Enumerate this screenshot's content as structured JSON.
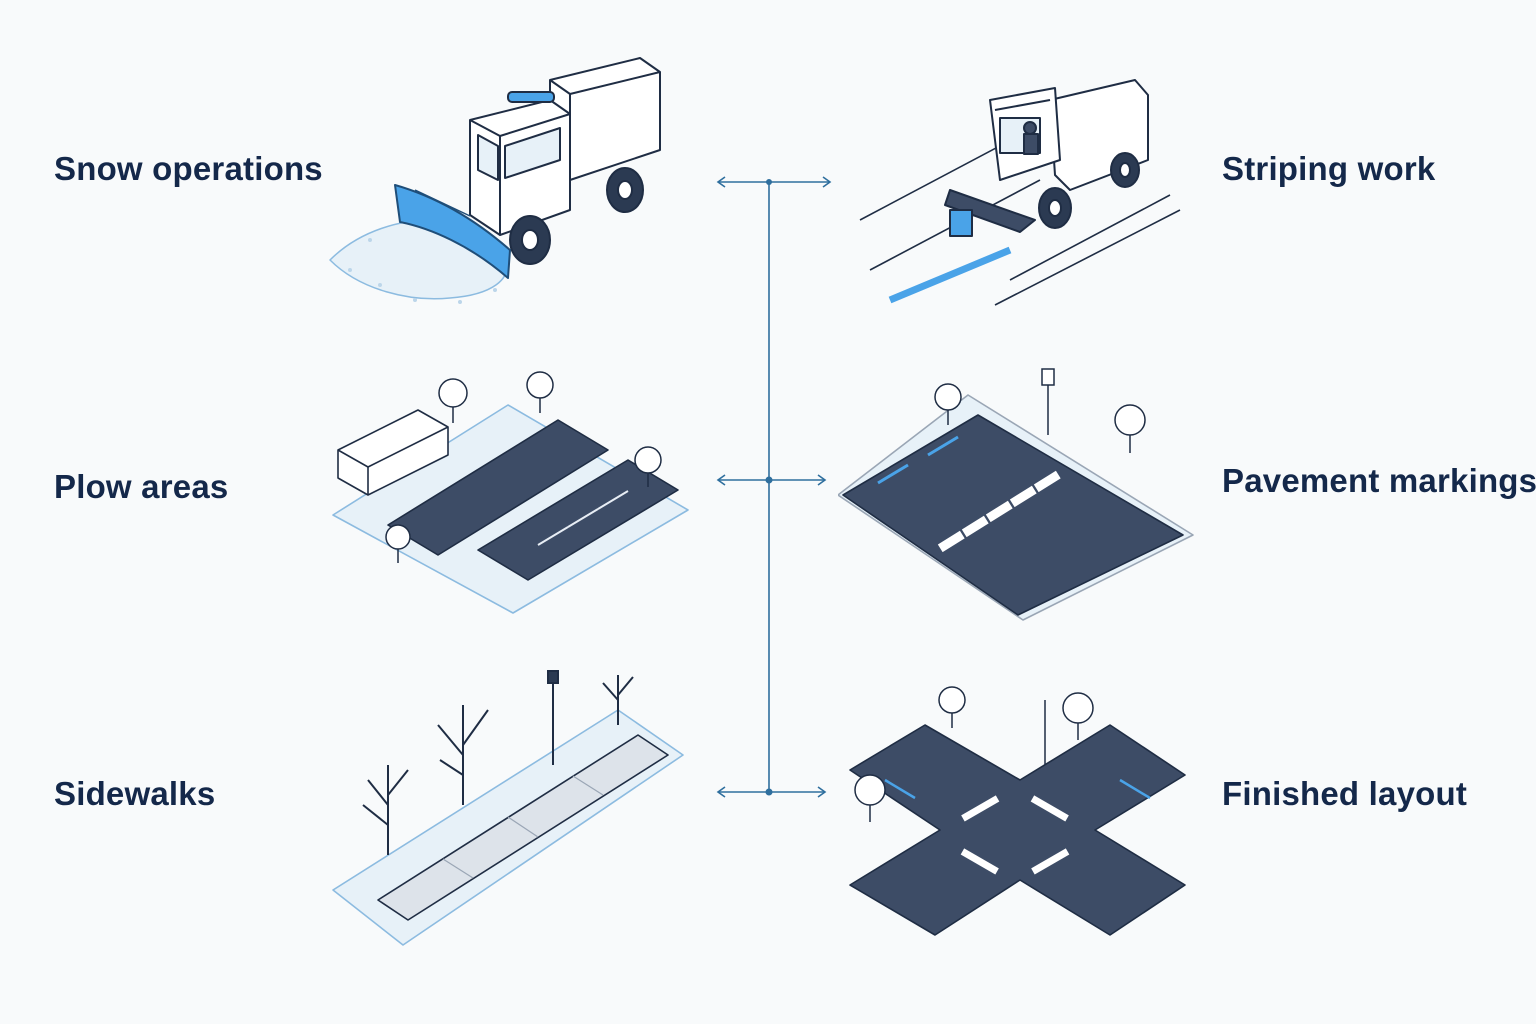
{
  "left_items": [
    {
      "label": "Snow operations",
      "icon": "snow-plow-truck-icon"
    },
    {
      "label": "Plow areas",
      "icon": "snowy-parking-lot-icon"
    },
    {
      "label": "Sidewalks",
      "icon": "snowy-sidewalk-icon"
    }
  ],
  "right_items": [
    {
      "label": "Striping work",
      "icon": "line-striping-machine-icon"
    },
    {
      "label": "Pavement markings",
      "icon": "marked-parking-lot-icon"
    },
    {
      "label": "Finished layout",
      "icon": "intersection-layout-icon"
    }
  ],
  "colors": {
    "text": "#14284a",
    "line": "#2f6f9e",
    "accent": "#4aa3e8",
    "asphalt": "#3d4c66",
    "snow": "#e7f1f8",
    "outline": "#1f2d44"
  }
}
